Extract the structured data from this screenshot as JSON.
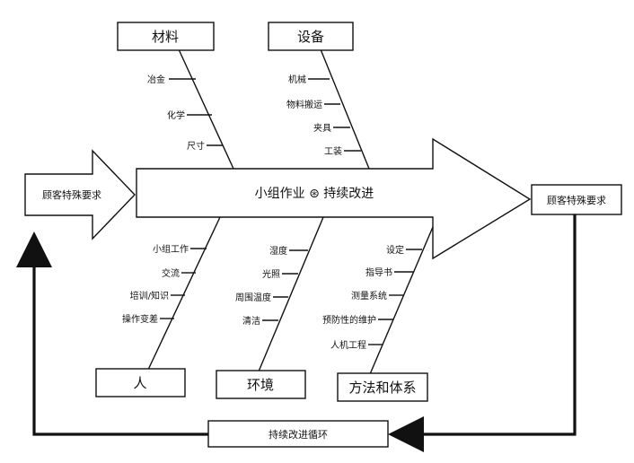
{
  "center_label": "小组作业 ⊛ 持续改进",
  "input_label": "顾客特殊要求",
  "output_label": "顾客特殊要求",
  "loop_label": "持续改进循环",
  "categories": {
    "materials": {
      "label": "材料",
      "causes": [
        "冶金",
        "化学",
        "尺寸"
      ]
    },
    "equipment": {
      "label": "设备",
      "causes": [
        "机械",
        "物料搬运",
        "夹具",
        "工装"
      ]
    },
    "people": {
      "label": "人",
      "causes": [
        "小组工作",
        "交流",
        "培训/知识",
        "操作变差"
      ]
    },
    "environment": {
      "label": "环境",
      "causes": [
        "湿度",
        "光照",
        "周围温度",
        "清洁"
      ]
    },
    "methods": {
      "label": "方法和体系",
      "causes": [
        "设定",
        "指导书",
        "测量系统",
        "预防性的维护",
        "人机工程"
      ]
    }
  }
}
